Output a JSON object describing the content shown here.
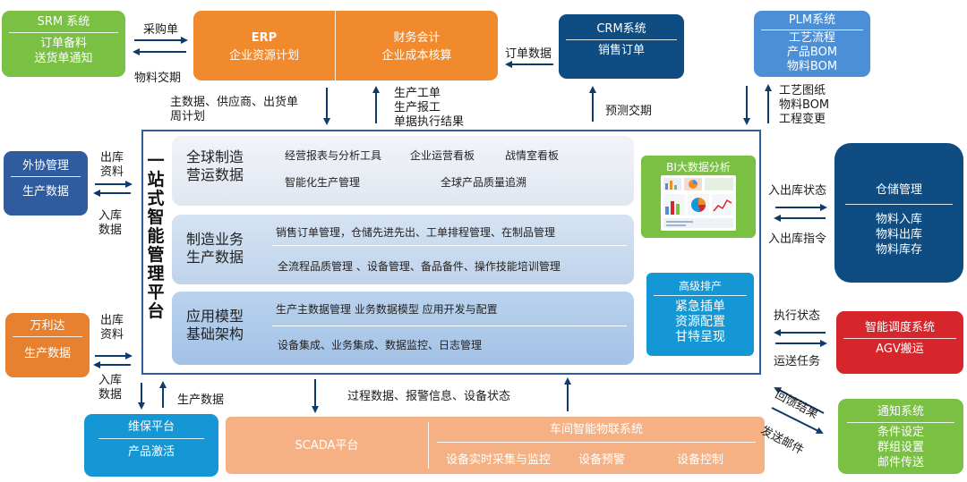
{
  "srm": {
    "title": "SRM 系统",
    "lines": [
      "订单备料",
      "送货单通知"
    ]
  },
  "erp": {
    "title": "ERP",
    "subtitle": "企业资源计划",
    "finance_title": "财务会计",
    "finance_sub": "企业成本核算"
  },
  "crm": {
    "title": "CRM系统",
    "subtitle": "销售订单"
  },
  "plm": {
    "title": "PLM系统",
    "lines": [
      "工艺流程",
      "产品BOM",
      "物料BOM"
    ]
  },
  "outsourcing": {
    "title": "外协管理",
    "subtitle": "生产数据"
  },
  "wanlida": {
    "title": "万利达",
    "subtitle": "生产数据"
  },
  "warehouse": {
    "title": "仓储管理",
    "lines": [
      "物料入库",
      "物料出库",
      "物料库存"
    ]
  },
  "dispatch": {
    "title": "智能调度系统",
    "subtitle": "AGV搬运"
  },
  "notify": {
    "title": "通知系统",
    "lines": [
      "条件设定",
      "群组设置",
      "邮件传送"
    ]
  },
  "maintenance": {
    "title": "维保平台",
    "subtitle": "产品激活"
  },
  "scada": {
    "title": "SCADA平台"
  },
  "iot": {
    "title": "车间智能物联系统",
    "items": [
      "设备实时采集与监控",
      "设备预警",
      "设备控制"
    ]
  },
  "platform": {
    "title": "一站式智能管理平台",
    "layers": [
      {
        "title_lines": [
          "全球制造",
          "营运数据"
        ],
        "rows": [
          [
            "经营报表与分析工具",
            "企业运营看板",
            "战情室看板"
          ],
          [
            "智能化生产管理",
            "全球产品质量追溯"
          ]
        ]
      },
      {
        "title_lines": [
          "制造业务",
          "生产数据"
        ],
        "rows": [
          [
            "销售订单管理，仓储先进先出、工单排程管理、在制品管理"
          ],
          [
            "全流程品质管理 、设备管理、备品备件、操作技能培训管理"
          ]
        ]
      },
      {
        "title_lines": [
          "应用模型",
          "基础架构"
        ],
        "rows": [
          [
            "生产主数据管理  业务数据模型  应用开发与配置"
          ],
          [
            "设备集成、业务集成、数据监控、日志管理"
          ]
        ]
      }
    ],
    "bi_title": "BI大数据分析",
    "aps": {
      "title": "高级排产",
      "lines": [
        "紧急插单",
        "资源配置",
        "甘特呈现"
      ]
    }
  },
  "flows": {
    "srm_to_erp": "采购单",
    "erp_to_srm": "物料交期",
    "crm_to_erp": "订单数据",
    "erp_down": [
      "主数据、供应商、出货单",
      "周计划"
    ],
    "up_to_erp": [
      "生产工单",
      "生产报工",
      "单据执行结果"
    ],
    "crm_up": "预测交期",
    "plm_down": [
      "工艺图纸",
      "物料BOM",
      "工程变更"
    ],
    "out_top": [
      "出库",
      "资料"
    ],
    "out_bottom": [
      "入库",
      "数据"
    ],
    "wan_top": [
      "出库",
      "资料"
    ],
    "wan_bottom": [
      "入库",
      "数据"
    ],
    "wh_top": "入出库状态",
    "wh_bottom": "入出库指令",
    "dispatch_top": "执行状态",
    "dispatch_bottom": "运送任务",
    "notify_top": "回馈结果",
    "notify_bottom": "发送邮件",
    "maint_up": "生产数据",
    "scada_down": "过程数据、报警信息、设备状态"
  }
}
